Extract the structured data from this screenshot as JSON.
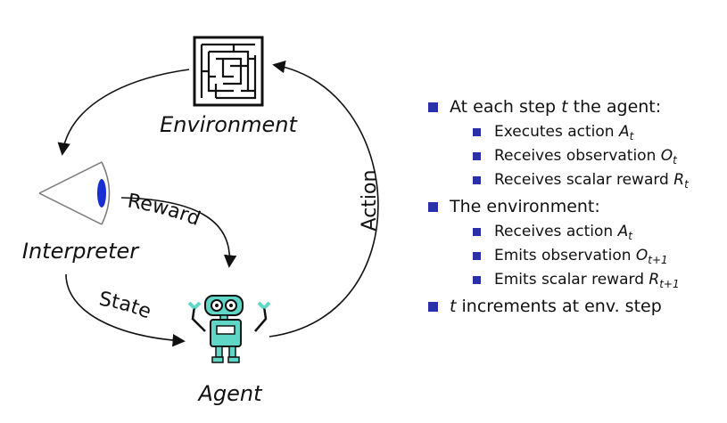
{
  "nodes": {
    "environment": "Environment",
    "interpreter": "Interpreter",
    "agent": "Agent"
  },
  "arrows": {
    "action": "Action",
    "reward": "Reward",
    "state": "State"
  },
  "bullets": {
    "step_intro": {
      "prefix": "At each step ",
      "var": "t",
      "suffix": " the agent:"
    },
    "agent_items": [
      {
        "text": "Executes action ",
        "var": "A",
        "sub": "t"
      },
      {
        "text": "Receives observation ",
        "var": "O",
        "sub": "t"
      },
      {
        "text": "Receives scalar reward ",
        "var": "R",
        "sub": "t"
      }
    ],
    "env_intro": "The environment:",
    "env_items": [
      {
        "text": "Receives action ",
        "var": "A",
        "sub": "t"
      },
      {
        "text": "Emits observation ",
        "var": "O",
        "sub": "t+1"
      },
      {
        "text": "Emits scalar reward ",
        "var": "R",
        "sub": "t+1"
      }
    ],
    "increment": {
      "var": "t",
      "text": " increments at env. step"
    }
  },
  "colors": {
    "bullet": "#2b2fa8",
    "robot": "#5fd6c6",
    "eye": "#1a2fcf"
  }
}
